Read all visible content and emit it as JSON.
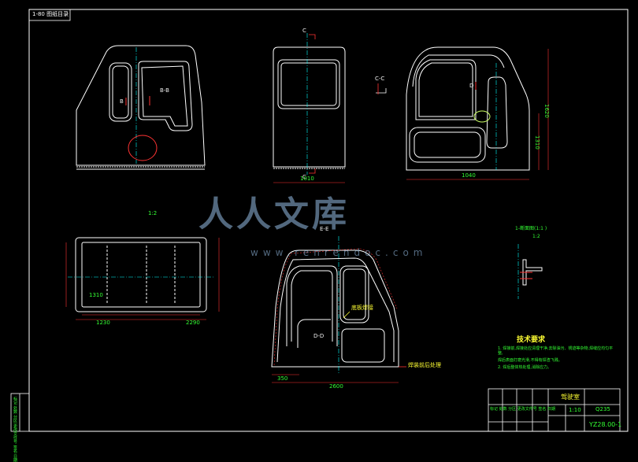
{
  "title_block_top_left": "1-80 图纸目录",
  "section_labels": {
    "c_top": "C",
    "c_bottom": "C",
    "c_view_small": "C-C",
    "b_b_mid": "B-B",
    "d_d": "D-D",
    "e_e": "E-E",
    "b_label": "B",
    "d_label": "D"
  },
  "dimensions": {
    "front_width": "1010",
    "right_width": "1040",
    "right_height": "1620",
    "right_height2": "1310",
    "plan_dim_a": "1310",
    "plan_dim_b": "1230",
    "plan_dim_c": "2290",
    "side_bottom": "2600",
    "side_left": "350"
  },
  "annotations": {
    "weld_note": "底板焊接",
    "right_note": "焊装前后处理",
    "section_detail_title": "1-断面图(1:1 )",
    "section_scale": "1:2"
  },
  "tech_requirements": {
    "heading": "技术要求",
    "items": [
      "1. 焊接前,焊接处应清理干净,去除油污、锈迹等杂物,焊缝应均匀平整,",
      "   焊后表面打磨光滑,不得有焊渣飞溅。",
      "2. 焊后整体热处理,消除应力。"
    ]
  },
  "title_block": {
    "name": "驾驶室",
    "drawing_no": "YZ28.00-1",
    "scale": "1:10",
    "material": "Q235",
    "left_strip": "标记 处数 分区 更改文件号 签名 日期"
  },
  "watermark": {
    "brand": "人人文库",
    "url": "www.renrendoc.com"
  },
  "colors": {
    "background": "#000000",
    "frame": "#ffffff",
    "dimension": "#ff3333",
    "centerline": "#00ffff",
    "text": "#33ff33",
    "annotation_yellow": "#ffff33"
  }
}
